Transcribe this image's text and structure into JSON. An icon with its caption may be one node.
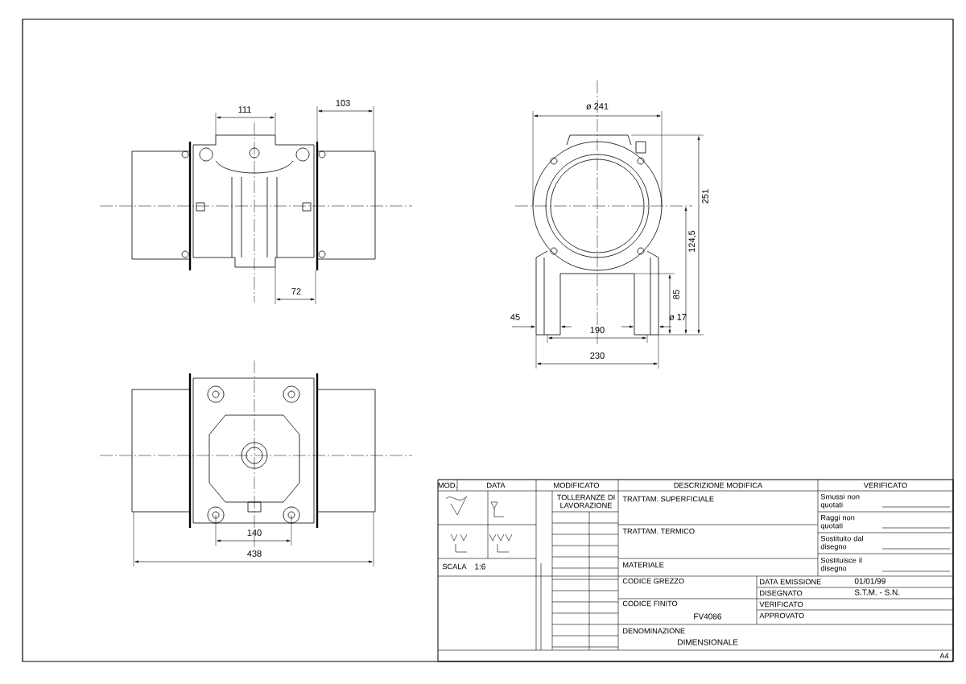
{
  "diagram": {
    "labels": [
      "111",
      "103",
      "72",
      "ø 241",
      "251",
      "124,5",
      "85",
      "45",
      "ø 17",
      "190",
      "230",
      "140",
      "438",
      "MOD.",
      "DATA",
      "MODIFICATO",
      "DESCRIZIONE MODIFICA",
      "VERIFICATO",
      "TOLLERANZE DI LAVORAZIONE",
      "TRATTAM. SUPERFICIALE",
      "Smussi non quotati",
      "TRATTAM. TERMICO",
      "Raggi non quotati",
      "Sostituito dal disegno",
      "SCALA",
      "1:6",
      "MATERIALE",
      "Sostituisce il disegno",
      "CODICE GREZZO",
      "DATA EMISSIONE",
      "01/01/99",
      "DISEGNATO",
      "S.T.M. - S.N.",
      "CODICE FINITO",
      "FV4086",
      "VERIFICATO",
      "APPROVATO",
      "DENOMINAZIONE",
      "DIMENSIONALE",
      "A4"
    ]
  }
}
